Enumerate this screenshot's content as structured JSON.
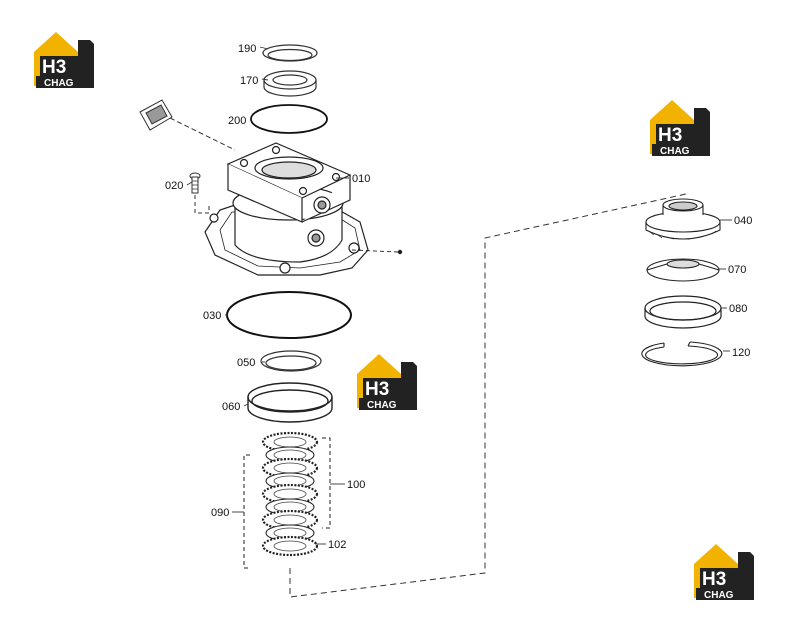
{
  "parts": [
    {
      "id": "190",
      "label": "190"
    },
    {
      "id": "170",
      "label": "170"
    },
    {
      "id": "200",
      "label": "200"
    },
    {
      "id": "020",
      "label": "020"
    },
    {
      "id": "010",
      "label": "010"
    },
    {
      "id": "030",
      "label": "030"
    },
    {
      "id": "050",
      "label": "050"
    },
    {
      "id": "060",
      "label": "060"
    },
    {
      "id": "090",
      "label": "090"
    },
    {
      "id": "100",
      "label": "100"
    },
    {
      "id": "102",
      "label": "102"
    },
    {
      "id": "040",
      "label": "040"
    },
    {
      "id": "070",
      "label": "070"
    },
    {
      "id": "080",
      "label": "080"
    },
    {
      "id": "120",
      "label": "120"
    }
  ],
  "watermark": {
    "line1": "H3",
    "line2": "CHAG",
    "color": "#f2b300"
  }
}
